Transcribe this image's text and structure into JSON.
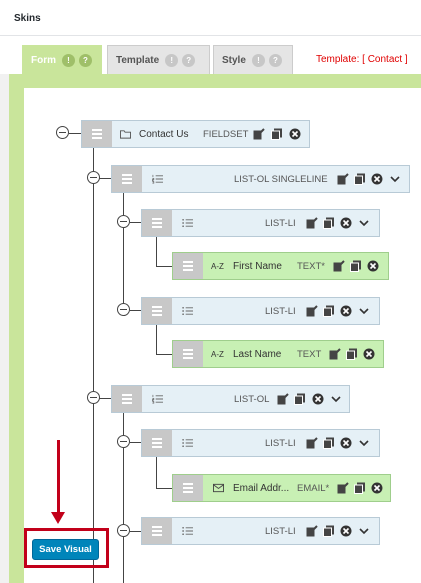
{
  "panel": {
    "title": "Skins"
  },
  "tabs": [
    {
      "label": "Form",
      "q1": "!",
      "q2": "?"
    },
    {
      "label": "Template",
      "q1": "!",
      "q2": "?"
    },
    {
      "label": "Style",
      "q1": "!",
      "q2": "?"
    }
  ],
  "template_label": "Template: [ Contact ]",
  "nodes": [
    {
      "label": "Contact Us",
      "type": "FIELDSET",
      "icon": "folder-icon"
    },
    {
      "label": "",
      "type": "LIST-OL  SINGLELINE",
      "icon": "ordered-list-icon"
    },
    {
      "label": "",
      "type": "LIST-LI",
      "icon": "list-icon"
    },
    {
      "label": "First Name",
      "type": "TEXT*",
      "icon": "az-icon",
      "icon_text": "A-Z"
    },
    {
      "label": "",
      "type": "LIST-LI",
      "icon": "list-icon"
    },
    {
      "label": "Last Name",
      "type": "TEXT",
      "icon": "az-icon",
      "icon_text": "A-Z"
    },
    {
      "label": "",
      "type": "LIST-OL",
      "icon": "ordered-list-icon"
    },
    {
      "label": "",
      "type": "LIST-LI",
      "icon": "list-icon"
    },
    {
      "label": "Email Addr...",
      "type": "EMAIL*",
      "icon": "envelope-icon"
    },
    {
      "label": "",
      "type": "LIST-LI",
      "icon": "list-icon"
    }
  ],
  "save_button": {
    "label": "Save Visual"
  },
  "colors": {
    "accent": "#0085ba",
    "highlight": "#c2001a",
    "frame": "#c9e59b"
  }
}
